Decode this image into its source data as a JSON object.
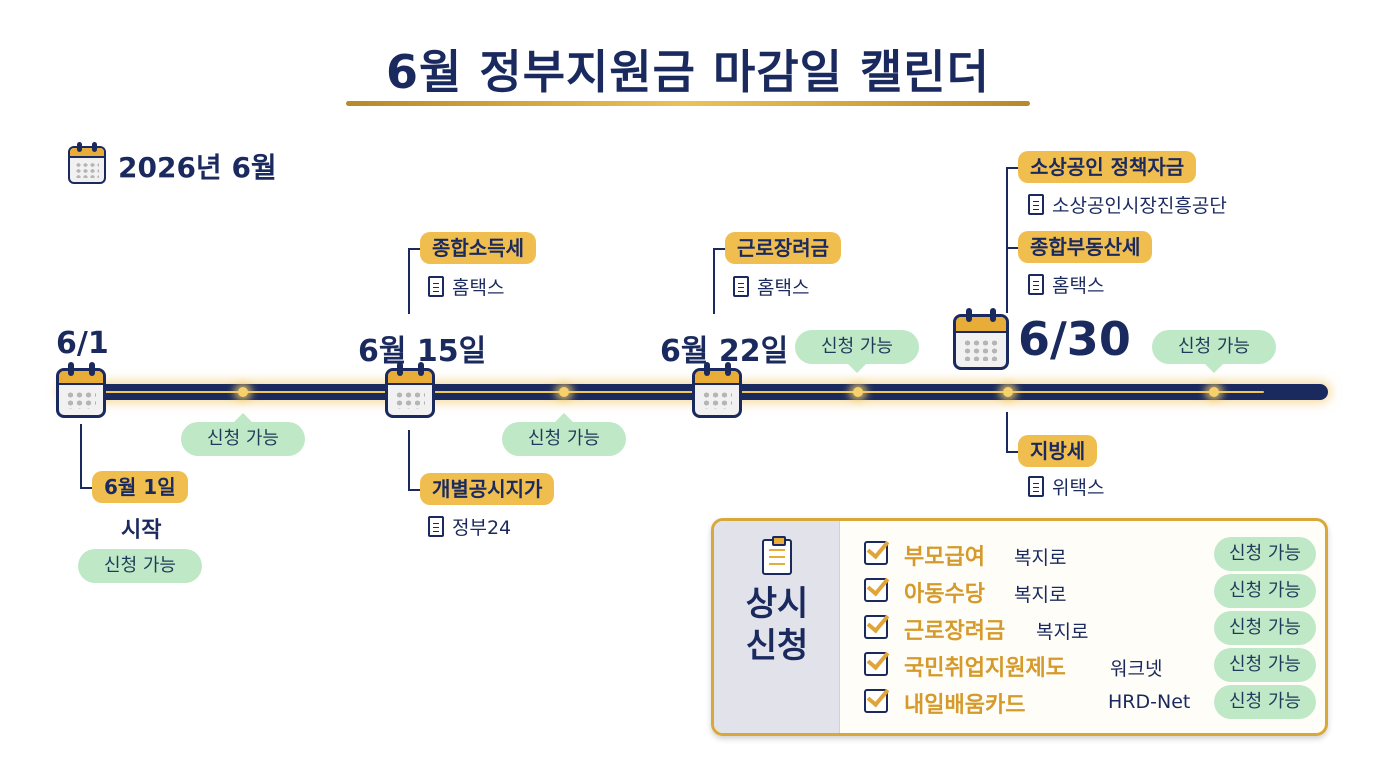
{
  "title": "6월 정부지원금 마감일 캘린더",
  "year_label": "2026년 6월",
  "timeline": {
    "start": {
      "date": "6/1",
      "event_label": "6월 1일",
      "event_note": "시작",
      "status": "신청 가능"
    },
    "between_1_15_status": "신청 가능",
    "mid15": {
      "date": "6월 15일",
      "above": {
        "name": "종합소득세",
        "source": "홈택스"
      },
      "below": {
        "name": "개별공시지가",
        "source": "정부24"
      }
    },
    "between_15_22_status": "신청 가능",
    "mid22": {
      "date": "6월 22일",
      "above": {
        "name": "근로장려금",
        "source": "홈택스"
      },
      "status": "신청 가능"
    },
    "end": {
      "date": "6/30",
      "above": [
        {
          "name": "소상공인 정책자금",
          "source": "소상공인시장진흥공단"
        },
        {
          "name": "종합부동산세",
          "source": "홈택스"
        }
      ],
      "below": {
        "name": "지방세",
        "source": "위택스"
      },
      "status": "신청 가능"
    }
  },
  "ongoing": {
    "title_line1": "상시",
    "title_line2": "신청",
    "items": [
      {
        "name": "부모급여",
        "source": "복지로",
        "status": "신청 가능"
      },
      {
        "name": "아동수당",
        "source": "복지로",
        "status": "신청 가능"
      },
      {
        "name": "근로장려금",
        "source": "복지로",
        "status": "신청 가능"
      },
      {
        "name": "국민취업지원제도",
        "source": "워크넷",
        "status": "신청 가능"
      },
      {
        "name": "내일배움카드",
        "source": "HRD-Net",
        "status": "신청 가능"
      }
    ]
  },
  "colors": {
    "navy": "#1b2a5e",
    "gold": "#f0be4e",
    "green_pill": "#bfe8c7"
  }
}
